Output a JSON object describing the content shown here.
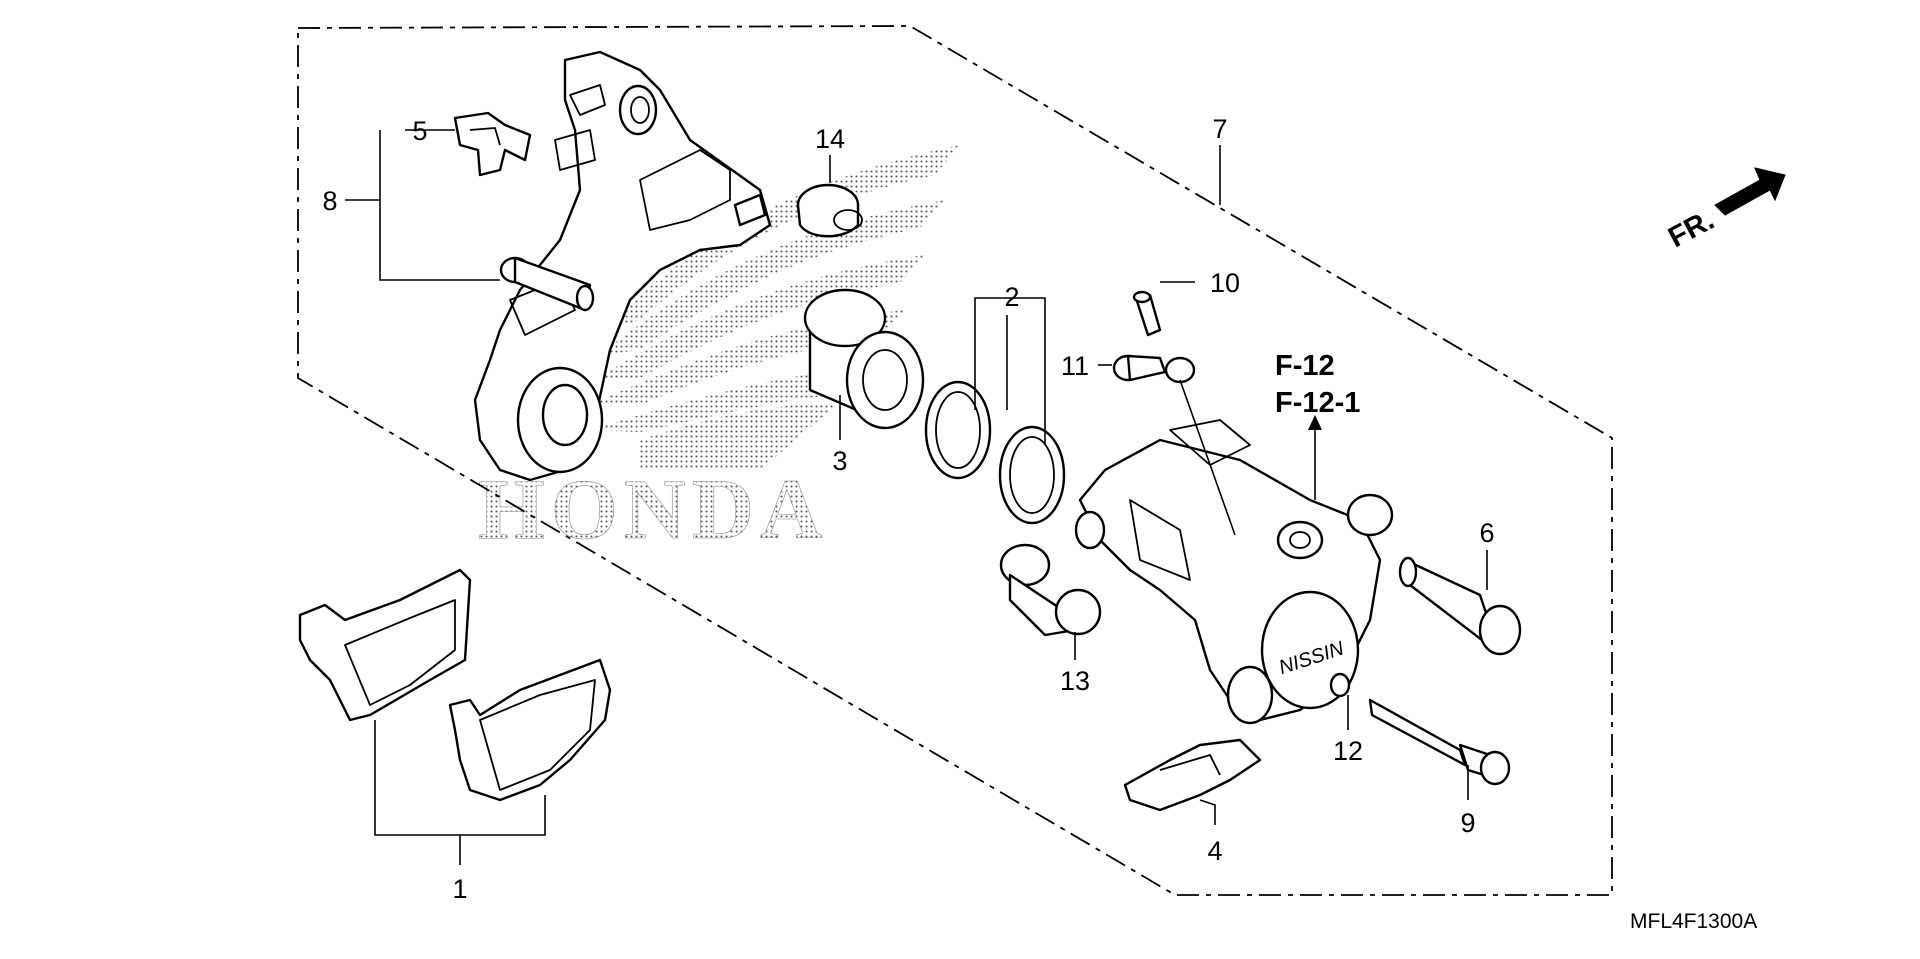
{
  "watermark": {
    "text": "HONDA"
  },
  "direction_indicator": {
    "label": "FR."
  },
  "diagram_code": "MFL4F1300A",
  "references": [
    "F-12",
    "F-12-1"
  ],
  "callouts": [
    {
      "id": "c1",
      "label": "1"
    },
    {
      "id": "c2",
      "label": "2"
    },
    {
      "id": "c3",
      "label": "3"
    },
    {
      "id": "c4",
      "label": "4"
    },
    {
      "id": "c5",
      "label": "5"
    },
    {
      "id": "c6",
      "label": "6"
    },
    {
      "id": "c7",
      "label": "7"
    },
    {
      "id": "c8",
      "label": "8"
    },
    {
      "id": "c9",
      "label": "9"
    },
    {
      "id": "c10",
      "label": "10"
    },
    {
      "id": "c11",
      "label": "11"
    },
    {
      "id": "c12",
      "label": "12"
    },
    {
      "id": "c13",
      "label": "13"
    },
    {
      "id": "c14",
      "label": "14"
    }
  ]
}
